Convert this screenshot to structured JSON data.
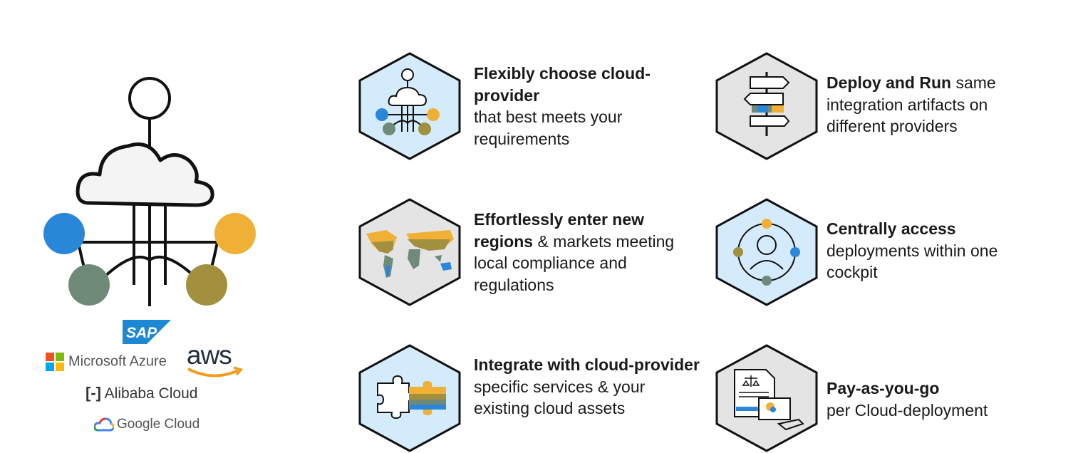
{
  "providers": {
    "sap": "SAP",
    "azure": "Microsoft Azure",
    "aws": "aws",
    "alibaba": "Alibaba Cloud",
    "google": "Google Cloud"
  },
  "features": [
    {
      "id": "choose",
      "bold": "Flexibly choose cloud-provider",
      "rest": "that best meets your requirements",
      "icon": "cloud-network-icon"
    },
    {
      "id": "deploy",
      "bold": "Deploy and Run",
      "rest": " same integration artifacts on different providers",
      "icon": "signpost-icon"
    },
    {
      "id": "regions",
      "bold": "Effortlessly enter new regions",
      "rest": " & markets meeting local compliance and regulations",
      "icon": "world-map-icon"
    },
    {
      "id": "access",
      "bold": "Centrally access",
      "rest": "deployments within one cockpit",
      "icon": "user-orbit-icon"
    },
    {
      "id": "integrate",
      "bold": "Integrate with cloud-provider",
      "rest": " specific services & your existing cloud assets",
      "icon": "puzzle-icon"
    },
    {
      "id": "pay",
      "bold": "Pay-as-you-go",
      "rest": "per Cloud-deployment",
      "icon": "contract-payment-icon"
    }
  ],
  "colors": {
    "blue": "#2a86d8",
    "orange": "#efb035",
    "sage": "#6f8a78",
    "olive": "#a2903e",
    "hex_blue_fill": "#d4ebfb",
    "hex_gray_fill": "#e4e4e4"
  }
}
